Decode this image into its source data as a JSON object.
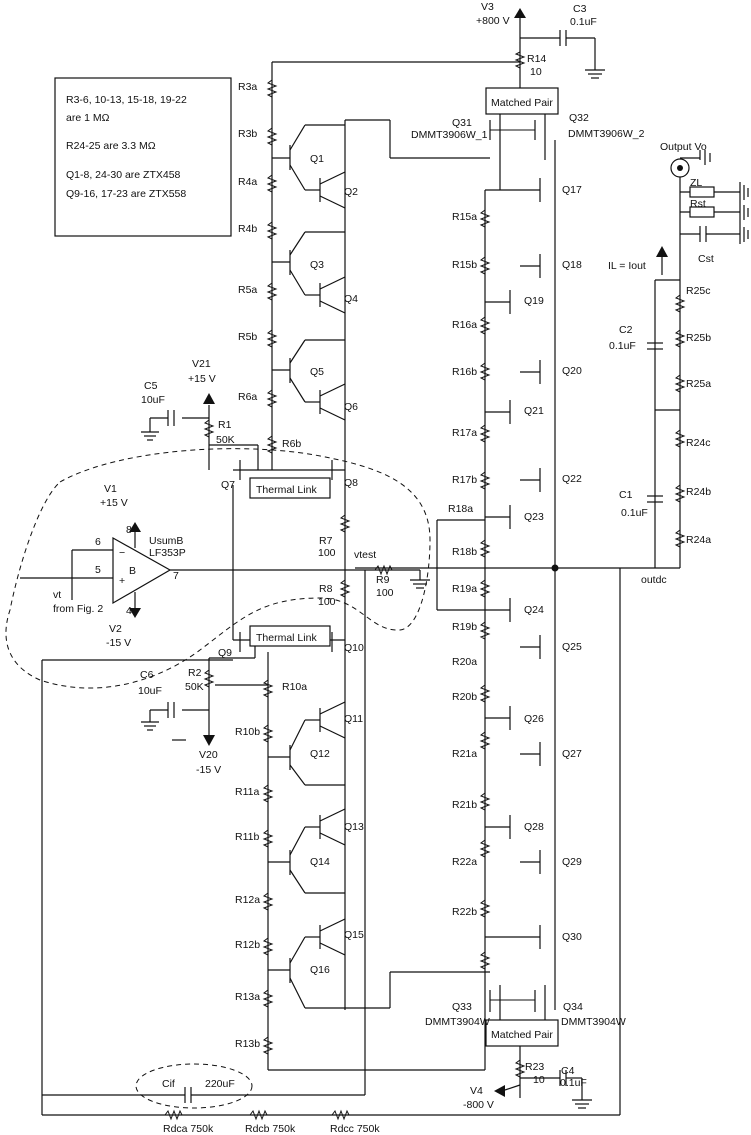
{
  "notes": {
    "line1": "R3-6, 10-13, 15-18, 19-22",
    "line2": "are 1 MΩ",
    "line3": "R24-25 are 3.3 MΩ",
    "line4": "Q1-8, 24-30 are ZTX458",
    "line5": "Q9-16, 17-23 are ZTX558"
  },
  "supplies": {
    "v3": "V3",
    "v3_val": "+800 V",
    "v4": "V4",
    "v4_val": "-800 V",
    "v21": "V21",
    "v21_val": "+15 V",
    "v20": "V20",
    "v20_val": "-15 V",
    "v1": "V1",
    "v1_val": "+15 V",
    "v2": "V2",
    "v2_val": "-15 V"
  },
  "caps": {
    "c3": "C3",
    "c3_val": "0.1uF",
    "c4": "C4",
    "c4_val": "0.1uF",
    "c5": "C5",
    "c5_val": "10uF",
    "c6": "C6",
    "c6_val": "10uF",
    "c2": "C2",
    "c2_val": "0.1uF",
    "c1": "C1",
    "c1_val": "0.1uF",
    "cif": "Cif",
    "cif_val": "220uF",
    "cst": "Cst"
  },
  "resistors_left": [
    "R3a",
    "R3b",
    "R4a",
    "R4b",
    "R5a",
    "R5b",
    "R6a"
  ],
  "resistors_left_low": [
    "R10b",
    "R11a",
    "R11b",
    "R12a",
    "R12b",
    "R13a",
    "R13b"
  ],
  "resistors_mid_upper": [
    "R15a",
    "R15b",
    "R16a",
    "R16b",
    "R17a",
    "R17b",
    "R18a",
    "R18b"
  ],
  "resistors_mid_lower": [
    "R19a",
    "R19b",
    "R20a",
    "R20b",
    "R21a",
    "R21b",
    "R22a",
    "R22b"
  ],
  "resistors_right": [
    "R25c",
    "R25b",
    "R25a",
    "R24c",
    "R24b",
    "R24a"
  ],
  "misc_resistors": {
    "r14": "R14",
    "r14_val": "10",
    "r23": "R23",
    "r23_val": "10",
    "r1": "R1",
    "r1_val": "50K",
    "r2": "R2",
    "r2_val": "50K",
    "r6b": "R6b",
    "r10a": "R10a",
    "r7": "R7",
    "r7_val": "100",
    "r8": "R8",
    "r8_val": "100",
    "r9": "R9",
    "r9_val": "100",
    "zl": "ZL",
    "rst": "Rst",
    "rdca": "Rdca 750k",
    "rdcb": "Rdcb 750k",
    "rdcc": "Rdcc 750k"
  },
  "transistors_left_upper": [
    "Q1",
    "Q2",
    "Q3",
    "Q4",
    "Q5",
    "Q6"
  ],
  "transistors_left_lower": [
    "Q11",
    "Q12",
    "Q13",
    "Q14",
    "Q15",
    "Q16"
  ],
  "transistors_right_upper": [
    "Q17",
    "Q18",
    "Q19",
    "Q20",
    "Q21",
    "Q22",
    "Q23"
  ],
  "transistors_right_lower": [
    "Q24",
    "Q25",
    "Q26",
    "Q27",
    "Q28",
    "Q29",
    "Q30"
  ],
  "drivers": {
    "q7": "Q7",
    "q8": "Q8",
    "q9": "Q9",
    "q10": "Q10"
  },
  "pairs": {
    "q31": "Q31",
    "q31_part": "DMMT3906W_1",
    "q32": "Q32",
    "q32_part": "DMMT3906W_2",
    "q33": "Q33",
    "q33_part": "DMMT3904W",
    "q34": "Q34",
    "q34_part": "DMMT3904W",
    "matched": "Matched Pair"
  },
  "thermal_link": "Thermal Link",
  "opamp": {
    "name": "UsumB",
    "part": "LF353P",
    "letter": "B",
    "pin6": "6",
    "pin5": "5",
    "pin7": "7",
    "minus": "−",
    "plus": "+",
    "pin8": "8",
    "pin4": "4"
  },
  "signals": {
    "vt": "vt",
    "vt_from": "from Fig. 2",
    "vtest": "vtest",
    "outdc": "outdc",
    "output": "Output  Vo",
    "il": "IL = Iout"
  }
}
